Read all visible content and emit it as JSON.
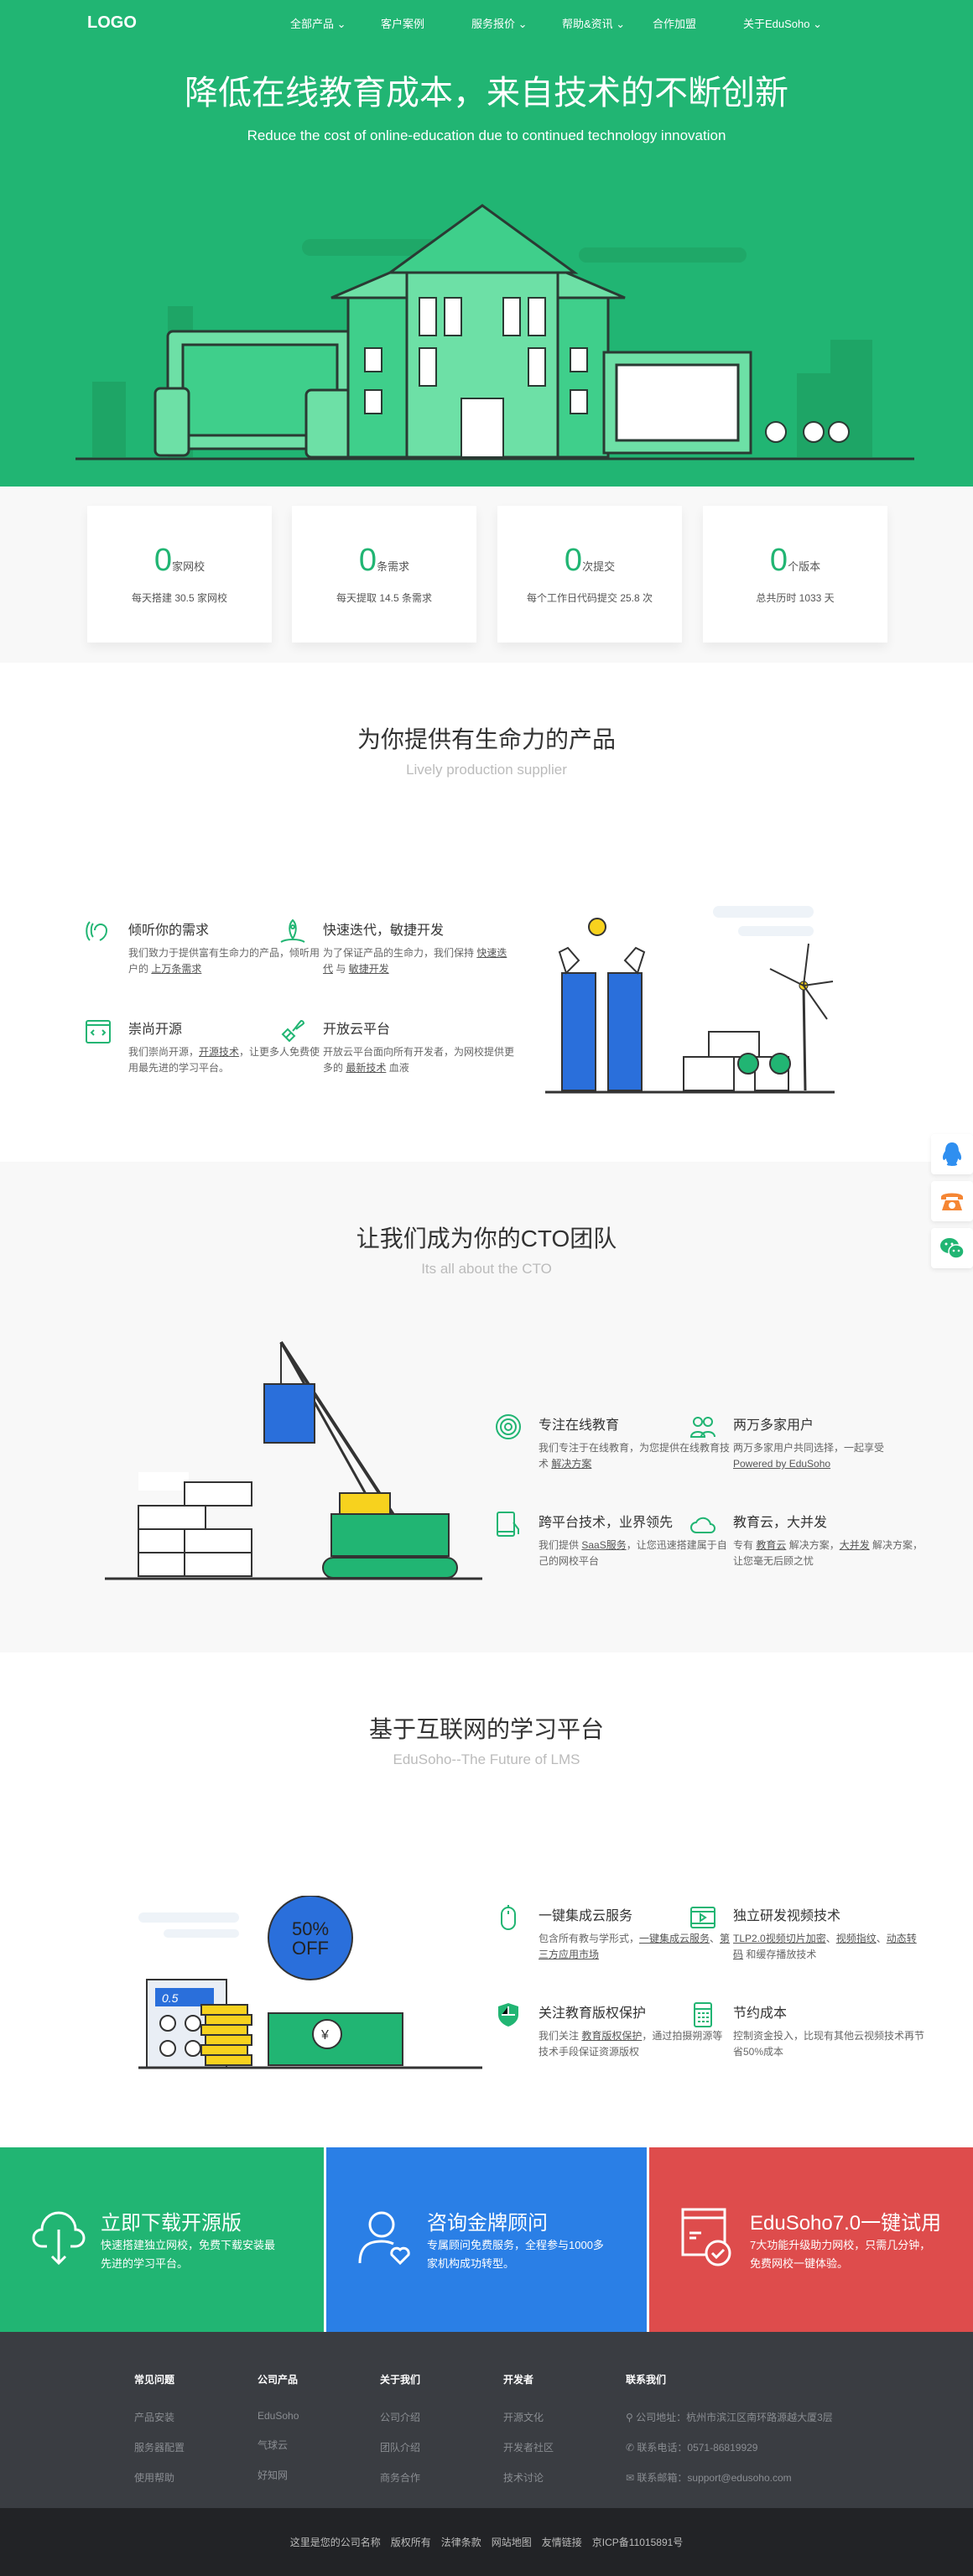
{
  "nav": {
    "logo": "LOGO",
    "items": [
      {
        "label": "全部产品",
        "caret": true
      },
      {
        "label": "客户案例",
        "caret": false
      },
      {
        "label": "服务报价",
        "caret": true
      },
      {
        "label": "帮助&资讯",
        "caret": true
      },
      {
        "label": "合作加盟",
        "caret": false
      },
      {
        "label": "关于EduSoho",
        "caret": true
      }
    ]
  },
  "hero": {
    "title": "降低在线教育成本，来自技术的不断创新",
    "subtitle": "Reduce the cost of online-education due to continued technology innovation"
  },
  "stats": [
    {
      "value": "0",
      "unit": "家网校",
      "desc": "每天搭建 30.5 家网校"
    },
    {
      "value": "0",
      "unit": "条需求",
      "desc": "每天提取 14.5 条需求"
    },
    {
      "value": "0",
      "unit": "次提交",
      "desc": "每个工作日代码提交 25.8 次"
    },
    {
      "value": "0",
      "unit": "个版本",
      "desc": "总共历时 1033 天"
    }
  ],
  "section1": {
    "title": "为你提供有生命力的产品",
    "subtitle": "Lively production supplier",
    "features": [
      {
        "icon": "ear-icon",
        "title": "倾听你的需求",
        "text": "我们致力于提供富有生命力的产品，倾听用户的 ",
        "link": "上万条需求",
        "tail": ""
      },
      {
        "icon": "rocket-icon",
        "title": "快速迭代，敏捷开发",
        "text": "为了保证产品的生命力，我们保持 ",
        "link": "快速迭代",
        "tail": " 与 ",
        "link2": "敏捷开发"
      },
      {
        "icon": "code-window-icon",
        "title": "崇尚开源",
        "text": "我们崇尚开源，",
        "link": "开源技术",
        "tail": "，让更多人免费使用最先进的学习平台。"
      },
      {
        "icon": "plug-icon",
        "title": "开放云平台",
        "text": "开放云平台面向所有开发者，为网校提供更多的 ",
        "link": "最新技术",
        "tail": " 血液"
      }
    ]
  },
  "section2": {
    "title": "让我们成为你的CTO团队",
    "subtitle": "Its all about the CTO",
    "features": [
      {
        "icon": "target-icon",
        "title": "专注在线教育",
        "text": "我们专注于在线教育，为您提供在线教育技术 ",
        "link": "解决方案",
        "tail": ""
      },
      {
        "icon": "users-icon",
        "title": "两万多家用户",
        "text": "两万多家用户共同选择，一起享受",
        "link": "Powered by EduSoho",
        "tail": ""
      },
      {
        "icon": "tablet-hand-icon",
        "title": "跨平台技术，业界领先",
        "text": "我们提供 ",
        "link": "SaaS服务",
        "tail": "，让您迅速搭建属于自己的网校平台"
      },
      {
        "icon": "cloud-icon",
        "title": "教育云，大并发",
        "text": "专有 ",
        "link": "教育云",
        "tail": " 解决方案，",
        "link2": "大并发",
        "tail2": " 解决方案，让您毫无后顾之忧"
      }
    ]
  },
  "section3": {
    "title": "基于互联网的学习平台",
    "subtitle": "EduSoho--The Future of LMS",
    "badge": "50% OFF",
    "calc_display": "0.5",
    "currency": "¥",
    "features": [
      {
        "icon": "mouse-icon",
        "title": "一键集成云服务",
        "text": "包含所有教与学形式，",
        "link": "一键集成云服务",
        "tail": "、",
        "link2": "第三方应用市场"
      },
      {
        "icon": "video-icon",
        "title": "独立研发视频技术",
        "text": "",
        "link": "TLP2.0视频切片加密",
        "tail": "、",
        "link2": "视频指纹",
        "tail2": "、",
        "link3": "动态转码",
        "tail3": " 和缓存播放技术"
      },
      {
        "icon": "shield-icon",
        "title": "关注教育版权保护",
        "text": "我们关注 ",
        "link": "教育版权保护",
        "tail": "，通过拍摄朔源等技术手段保证资源版权"
      },
      {
        "icon": "calculator-icon",
        "title": "节约成本",
        "text": "控制资金投入，比现有其他云视频技术再节省50%成本",
        "link": "",
        "tail": ""
      }
    ]
  },
  "cta": [
    {
      "icon": "cloud-download-icon",
      "title": "立即下载开源版",
      "text": "快速搭建独立网校，免费下载安装最先进的学习平台。",
      "color": "#21b573"
    },
    {
      "icon": "consultant-icon",
      "title": "咨询金牌顾问",
      "text": "专属顾问免费服务，全程参与1000多家机构成功转型。",
      "color": "#2a7fe6"
    },
    {
      "icon": "browser-check-icon",
      "title": "EduSoho7.0一键试用",
      "text": "7大功能升级助力网校，只需几分钟，免费网校一键体验。",
      "color": "#de4c4c"
    }
  ],
  "footer": {
    "columns": [
      {
        "title": "常见问题",
        "links": [
          "产品安装",
          "服务器配置",
          "使用帮助"
        ]
      },
      {
        "title": "公司产品",
        "links": [
          "EduSoho",
          "气球云",
          "好知网"
        ]
      },
      {
        "title": "关于我们",
        "links": [
          "公司介绍",
          "团队介绍",
          "商务合作"
        ]
      },
      {
        "title": "开发者",
        "links": [
          "开源文化",
          "开发者社区",
          "技术讨论"
        ]
      }
    ],
    "contact": {
      "title": "联系我们",
      "address": "公司地址：杭州市滨江区南环路源越大厦3层",
      "phone": "联系电话：0571-86819929",
      "email": "联系邮箱：support@edusoho.com"
    },
    "bottom": [
      "这里是您的公司名称",
      "版权所有",
      "法律条款",
      "网站地图",
      "友情链接",
      "京ICP备11015891号"
    ]
  },
  "side": [
    "qq-icon",
    "phone-icon",
    "wechat-icon"
  ]
}
